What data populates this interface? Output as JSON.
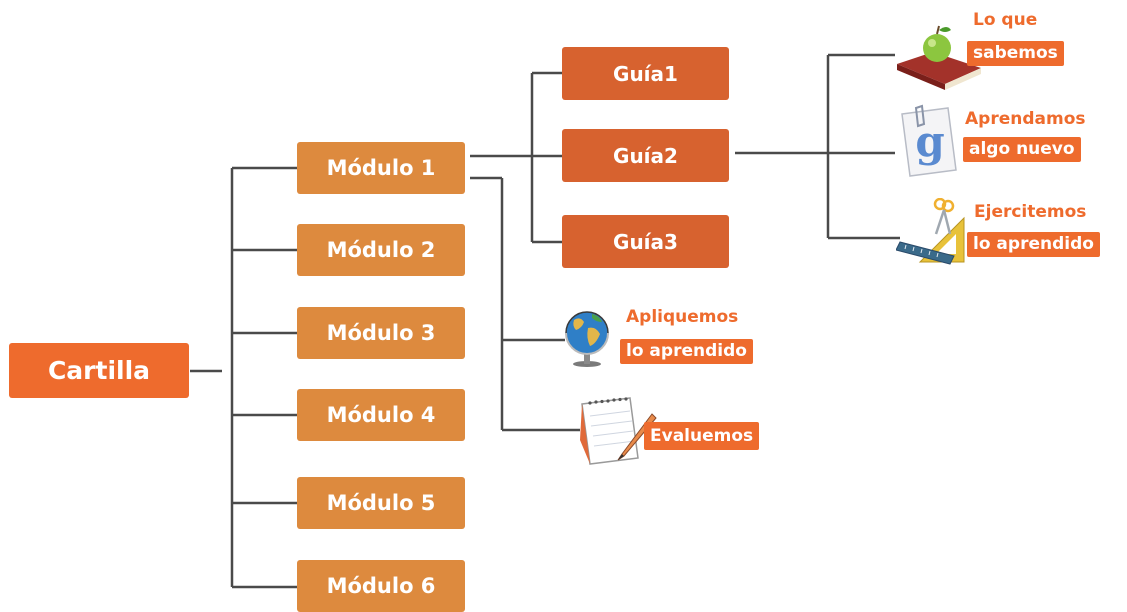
{
  "diagram": {
    "root": {
      "label": "Cartilla"
    },
    "modules": [
      {
        "label": "Módulo 1"
      },
      {
        "label": "Módulo 2"
      },
      {
        "label": "Módulo 3"
      },
      {
        "label": "Módulo 4"
      },
      {
        "label": "Módulo 5"
      },
      {
        "label": "Módulo 6"
      }
    ],
    "guides": [
      {
        "label": "Guía1"
      },
      {
        "label": "Guía2"
      },
      {
        "label": "Guía3"
      }
    ],
    "module_sections": [
      {
        "title": "Apliquemos",
        "tag": "lo aprendido",
        "icon": "globe-icon"
      },
      {
        "title": "",
        "tag": "Evaluemos",
        "icon": "notepad-pencil-icon"
      }
    ],
    "guide_sections": [
      {
        "title": "Lo que",
        "tag": "sabemos",
        "icon": "apple-book-icon"
      },
      {
        "title": "Aprendamos",
        "tag": "algo nuevo",
        "icon": "letter-g-icon"
      },
      {
        "title": "Ejercitemos",
        "tag": "lo aprendido",
        "icon": "ruler-scissors-icon"
      }
    ]
  },
  "colors": {
    "root": "#ee6b2d",
    "module": "#dd8a3e",
    "guide": "#d7622f",
    "tag": "#ee6b2d",
    "connector": "#4a4a4a"
  }
}
